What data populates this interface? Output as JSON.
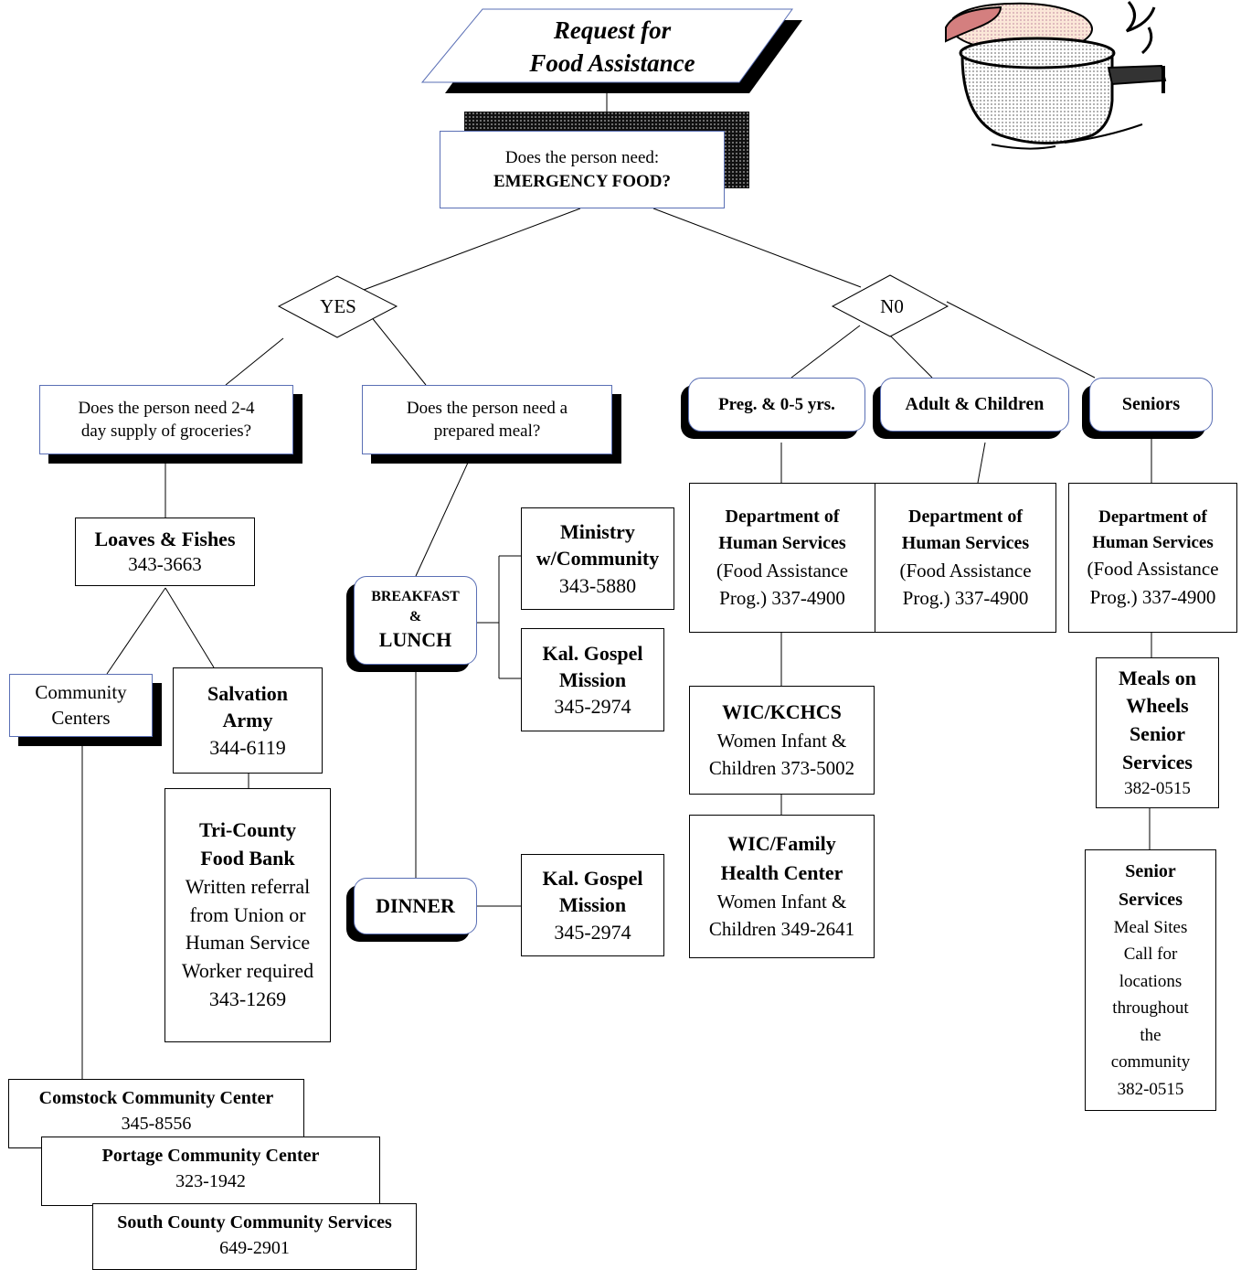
{
  "title": {
    "line1": "Request for",
    "line2": "Food Assistance"
  },
  "question_main": {
    "line1": "Does the person need:",
    "line2": "EMERGENCY FOOD?"
  },
  "yes_label": "YES",
  "no_label": "N0",
  "groceries_q": {
    "line1": "Does the person need  2-4",
    "line2": "day supply of groceries?"
  },
  "meal_q": {
    "line1": "Does the person need a",
    "line2": "prepared meal?"
  },
  "loaves": {
    "name": "Loaves & Fishes",
    "phone": "343-3663"
  },
  "community_centers": {
    "line1": "Community",
    "line2": "Centers"
  },
  "salvation": {
    "line1": "Salvation",
    "line2": "Army",
    "phone": "344-6119"
  },
  "tricounty": {
    "line1": "Tri-County",
    "line2": "Food Bank",
    "l3": "Written referral",
    "l4": "from Union or",
    "l5": "Human Service",
    "l6": "Worker required",
    "phone": "343-1269"
  },
  "breakfast": {
    "line1": "BREAKFAST",
    "line2": "&",
    "line3": "LUNCH"
  },
  "dinner": "DINNER",
  "ministry": {
    "line1": "Ministry",
    "line2": "w/Community",
    "phone": "343-5880"
  },
  "gospel1": {
    "line1": "Kal. Gospel",
    "line2": "Mission",
    "phone": "345-2974"
  },
  "gospel2": {
    "line1": "Kal. Gospel",
    "line2": "Mission",
    "phone": "345-2974"
  },
  "categories": {
    "preg": "Preg. & 0-5 yrs.",
    "adult": "Adult & Children",
    "seniors": "Seniors"
  },
  "dhs1": {
    "line1": "Department of",
    "line2": "Human Services",
    "line3": "(Food Assistance",
    "line4": "Prog.) 337-4900"
  },
  "dhs2": {
    "line1": "Department of",
    "line2": "Human Services",
    "line3": "(Food Assistance",
    "line4": "Prog.) 337-4900"
  },
  "dhs3": {
    "line1": "Department of",
    "line2": "Human Services",
    "line3": "(Food Assistance",
    "line4": "Prog.) 337-4900"
  },
  "wic1": {
    "line1": "WIC/KCHCS",
    "line2": "Women Infant &",
    "line3": "Children 373-5002"
  },
  "wic2": {
    "line1": "WIC/Family",
    "line2": "Health Center",
    "line3": "Women Infant &",
    "line4": "Children 349-2641"
  },
  "meals": {
    "line1": "Meals on",
    "line2": "Wheels",
    "line3": "Senior",
    "line4": "Services",
    "phone": "382-0515"
  },
  "senior_sites": {
    "line1": "Senior",
    "line2": "Services",
    "line3": "Meal Sites",
    "line4": "Call for",
    "line5": "locations",
    "line6": "throughout",
    "line7": "the",
    "line8": "community",
    "phone": "382-0515"
  },
  "comstock": {
    "name": "Comstock Community Center",
    "phone": "345-8556"
  },
  "portage": {
    "name": "Portage Community Center",
    "phone": "323-1942"
  },
  "southcounty": {
    "name": "South County Community Services",
    "phone": "649-2901"
  }
}
